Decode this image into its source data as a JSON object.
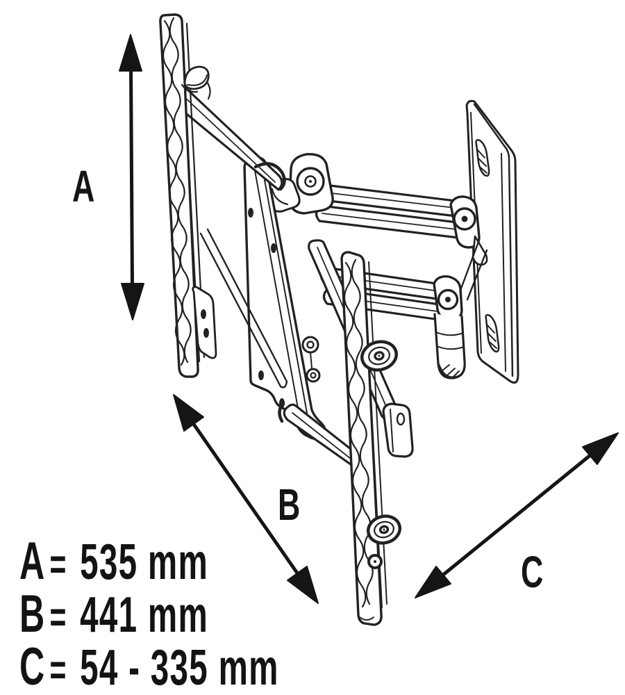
{
  "figure": {
    "background_color": "#ffffff",
    "ink_color": "#1f1f1f",
    "drawing": "tv-wall-mount-articulating-arm-line-drawing"
  },
  "diagram": {
    "dim_labels": {
      "a": "A",
      "b": "B",
      "c": "C"
    }
  },
  "legend": {
    "equals": "=",
    "items": [
      {
        "letter": "A",
        "value": "535 mm"
      },
      {
        "letter": "B",
        "value": "441 mm"
      },
      {
        "letter": "C",
        "value": "54 - 335 mm"
      }
    ]
  }
}
